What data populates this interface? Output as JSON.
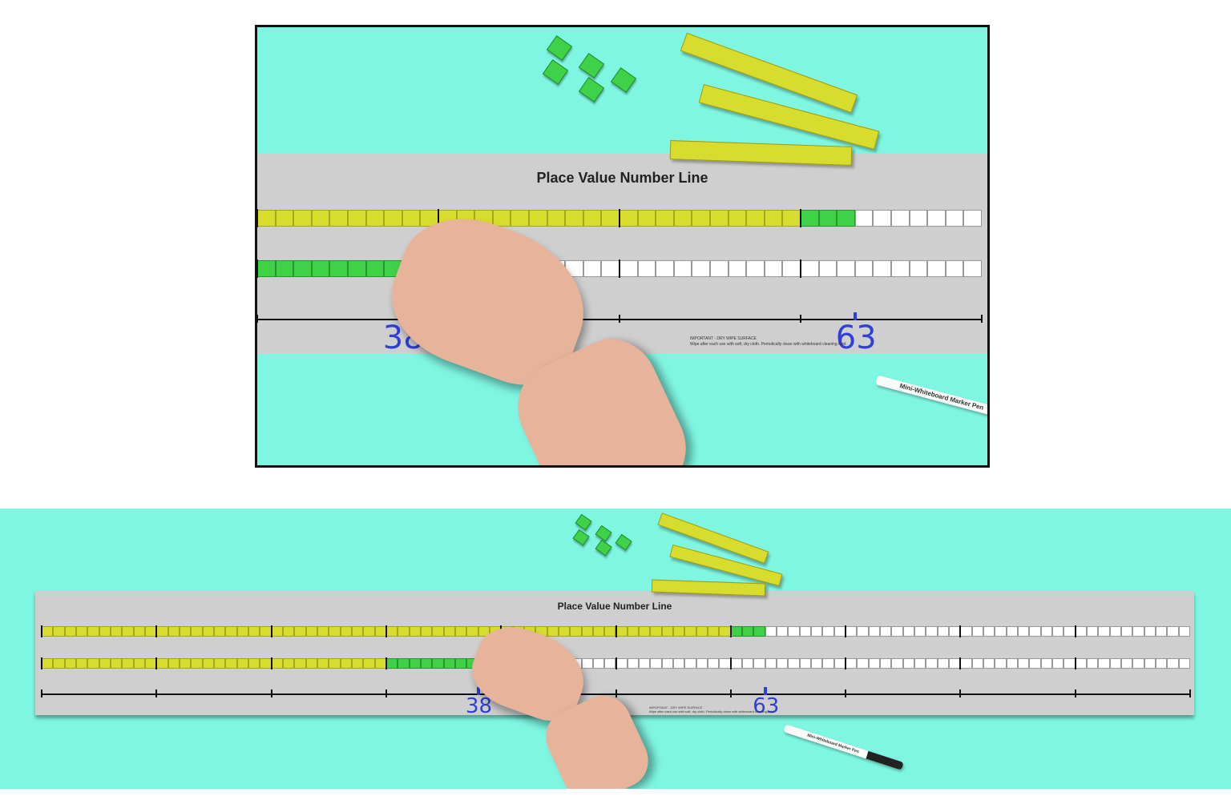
{
  "title": "Place Value Number Line",
  "notice_heading": "IMPORTANT - DRY WIPE SURFACE",
  "notice_text": "Wipe after each use with soft, dry cloth. Periodically clean with whiteboard cleaning fluid.",
  "pen_label": "Mini-Whiteboard Marker Pen",
  "number_line": {
    "min": 0,
    "max": 100,
    "tick_step": 10,
    "written_labels": [
      "38",
      "63"
    ]
  },
  "rows": [
    {
      "value": 63,
      "tens_color": "#d8dc2c",
      "ones_color": "#3fd248"
    },
    {
      "value": 38,
      "tens_color": "#d8dc2c",
      "ones_color": "#3fd248"
    }
  ],
  "top_view_range": [
    30,
    70
  ],
  "colors": {
    "background": "#7ff6e2",
    "board": "#cfcfcf",
    "marker_ink": "#2f3fd8"
  }
}
